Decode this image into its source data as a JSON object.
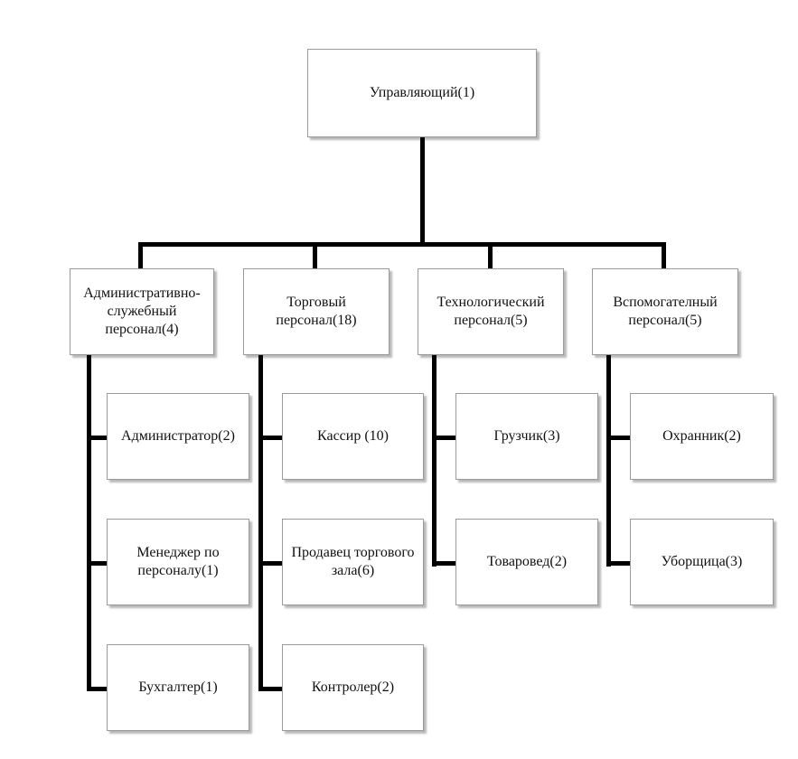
{
  "diagram": {
    "root": {
      "label": "Управляющий(1)"
    },
    "departments": [
      {
        "label": "Административно-служебный персонал(4)",
        "children": [
          "Администратор(2)",
          "Менеджер по персоналу(1)",
          "Бухгалтер(1)"
        ]
      },
      {
        "label": "Торговый персонал(18)",
        "children": [
          "Кассир (10)",
          "Продавец торгового зала(6)",
          "Контролер(2)"
        ]
      },
      {
        "label": "Технологический персонал(5)",
        "children": [
          "Грузчик(3)",
          "Товаровед(2)"
        ]
      },
      {
        "label": "Вспомогателный персонал(5)",
        "children": [
          "Охранник(2)",
          "Уборщица(3)"
        ]
      }
    ]
  }
}
